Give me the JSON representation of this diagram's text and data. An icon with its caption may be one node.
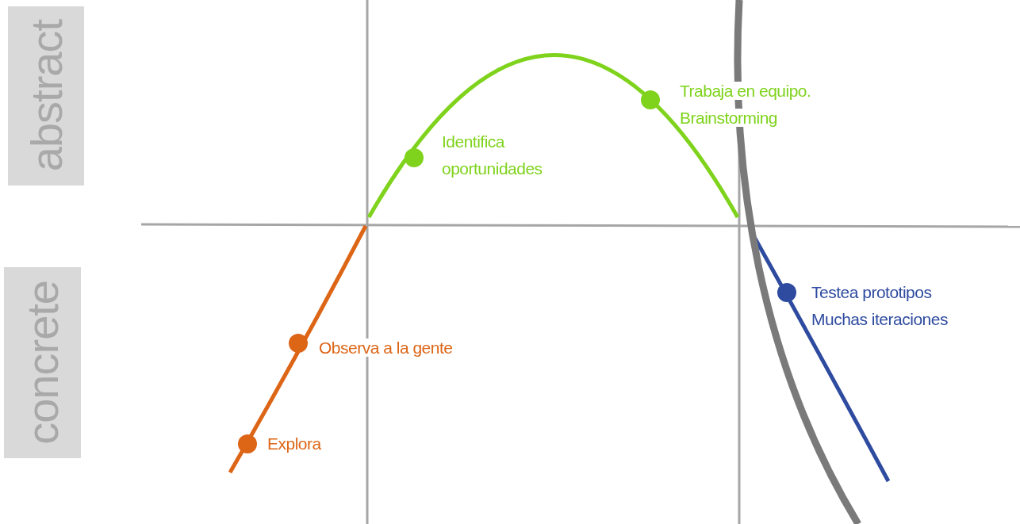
{
  "diagram": {
    "nodes": [
      {
        "text": [
          "abstract"
        ]
      },
      {
        "text": [
          "concrete"
        ]
      }
    ],
    "labels": [
      "Trabaja en equipo. Brainstorming",
      "Identifica oportunidades",
      "Testea prototipos Muchas iteraciones",
      "Observa a la gente",
      "Explora"
    ]
  }
}
